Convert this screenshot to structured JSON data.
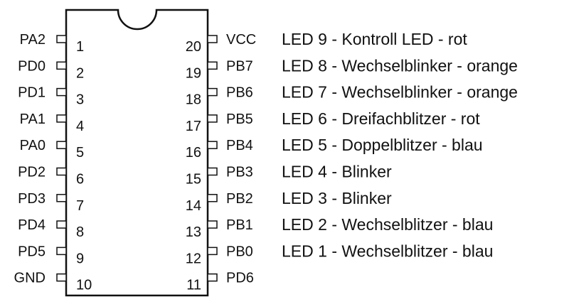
{
  "chip": {
    "left_pins": [
      {
        "number": "1",
        "name": "PA2"
      },
      {
        "number": "2",
        "name": "PD0"
      },
      {
        "number": "3",
        "name": "PD1"
      },
      {
        "number": "4",
        "name": "PA1"
      },
      {
        "number": "5",
        "name": "PA0"
      },
      {
        "number": "6",
        "name": "PD2"
      },
      {
        "number": "7",
        "name": "PD3"
      },
      {
        "number": "8",
        "name": "PD4"
      },
      {
        "number": "9",
        "name": "PD5"
      },
      {
        "number": "10",
        "name": "GND"
      }
    ],
    "right_pins": [
      {
        "number": "20",
        "name": "VCC"
      },
      {
        "number": "19",
        "name": "PB7"
      },
      {
        "number": "18",
        "name": "PB6"
      },
      {
        "number": "17",
        "name": "PB5"
      },
      {
        "number": "16",
        "name": "PB4"
      },
      {
        "number": "15",
        "name": "PB3"
      },
      {
        "number": "14",
        "name": "PB2"
      },
      {
        "number": "13",
        "name": "PB1"
      },
      {
        "number": "12",
        "name": "PB0"
      },
      {
        "number": "11",
        "name": "PD6"
      }
    ]
  },
  "led_labels": [
    "LED 9 - Kontroll LED - rot",
    "LED 8 - Wechselblinker - orange",
    "LED 7 - Wechselblinker - orange",
    "LED 6 - Dreifachblitzer - rot",
    "LED 5 - Doppelblitzer - blau",
    "LED 4 - Blinker",
    "LED 3 - Blinker",
    "LED 2 - Wechselblitzer - blau",
    "LED 1 - Wechselblitzer - blau"
  ]
}
